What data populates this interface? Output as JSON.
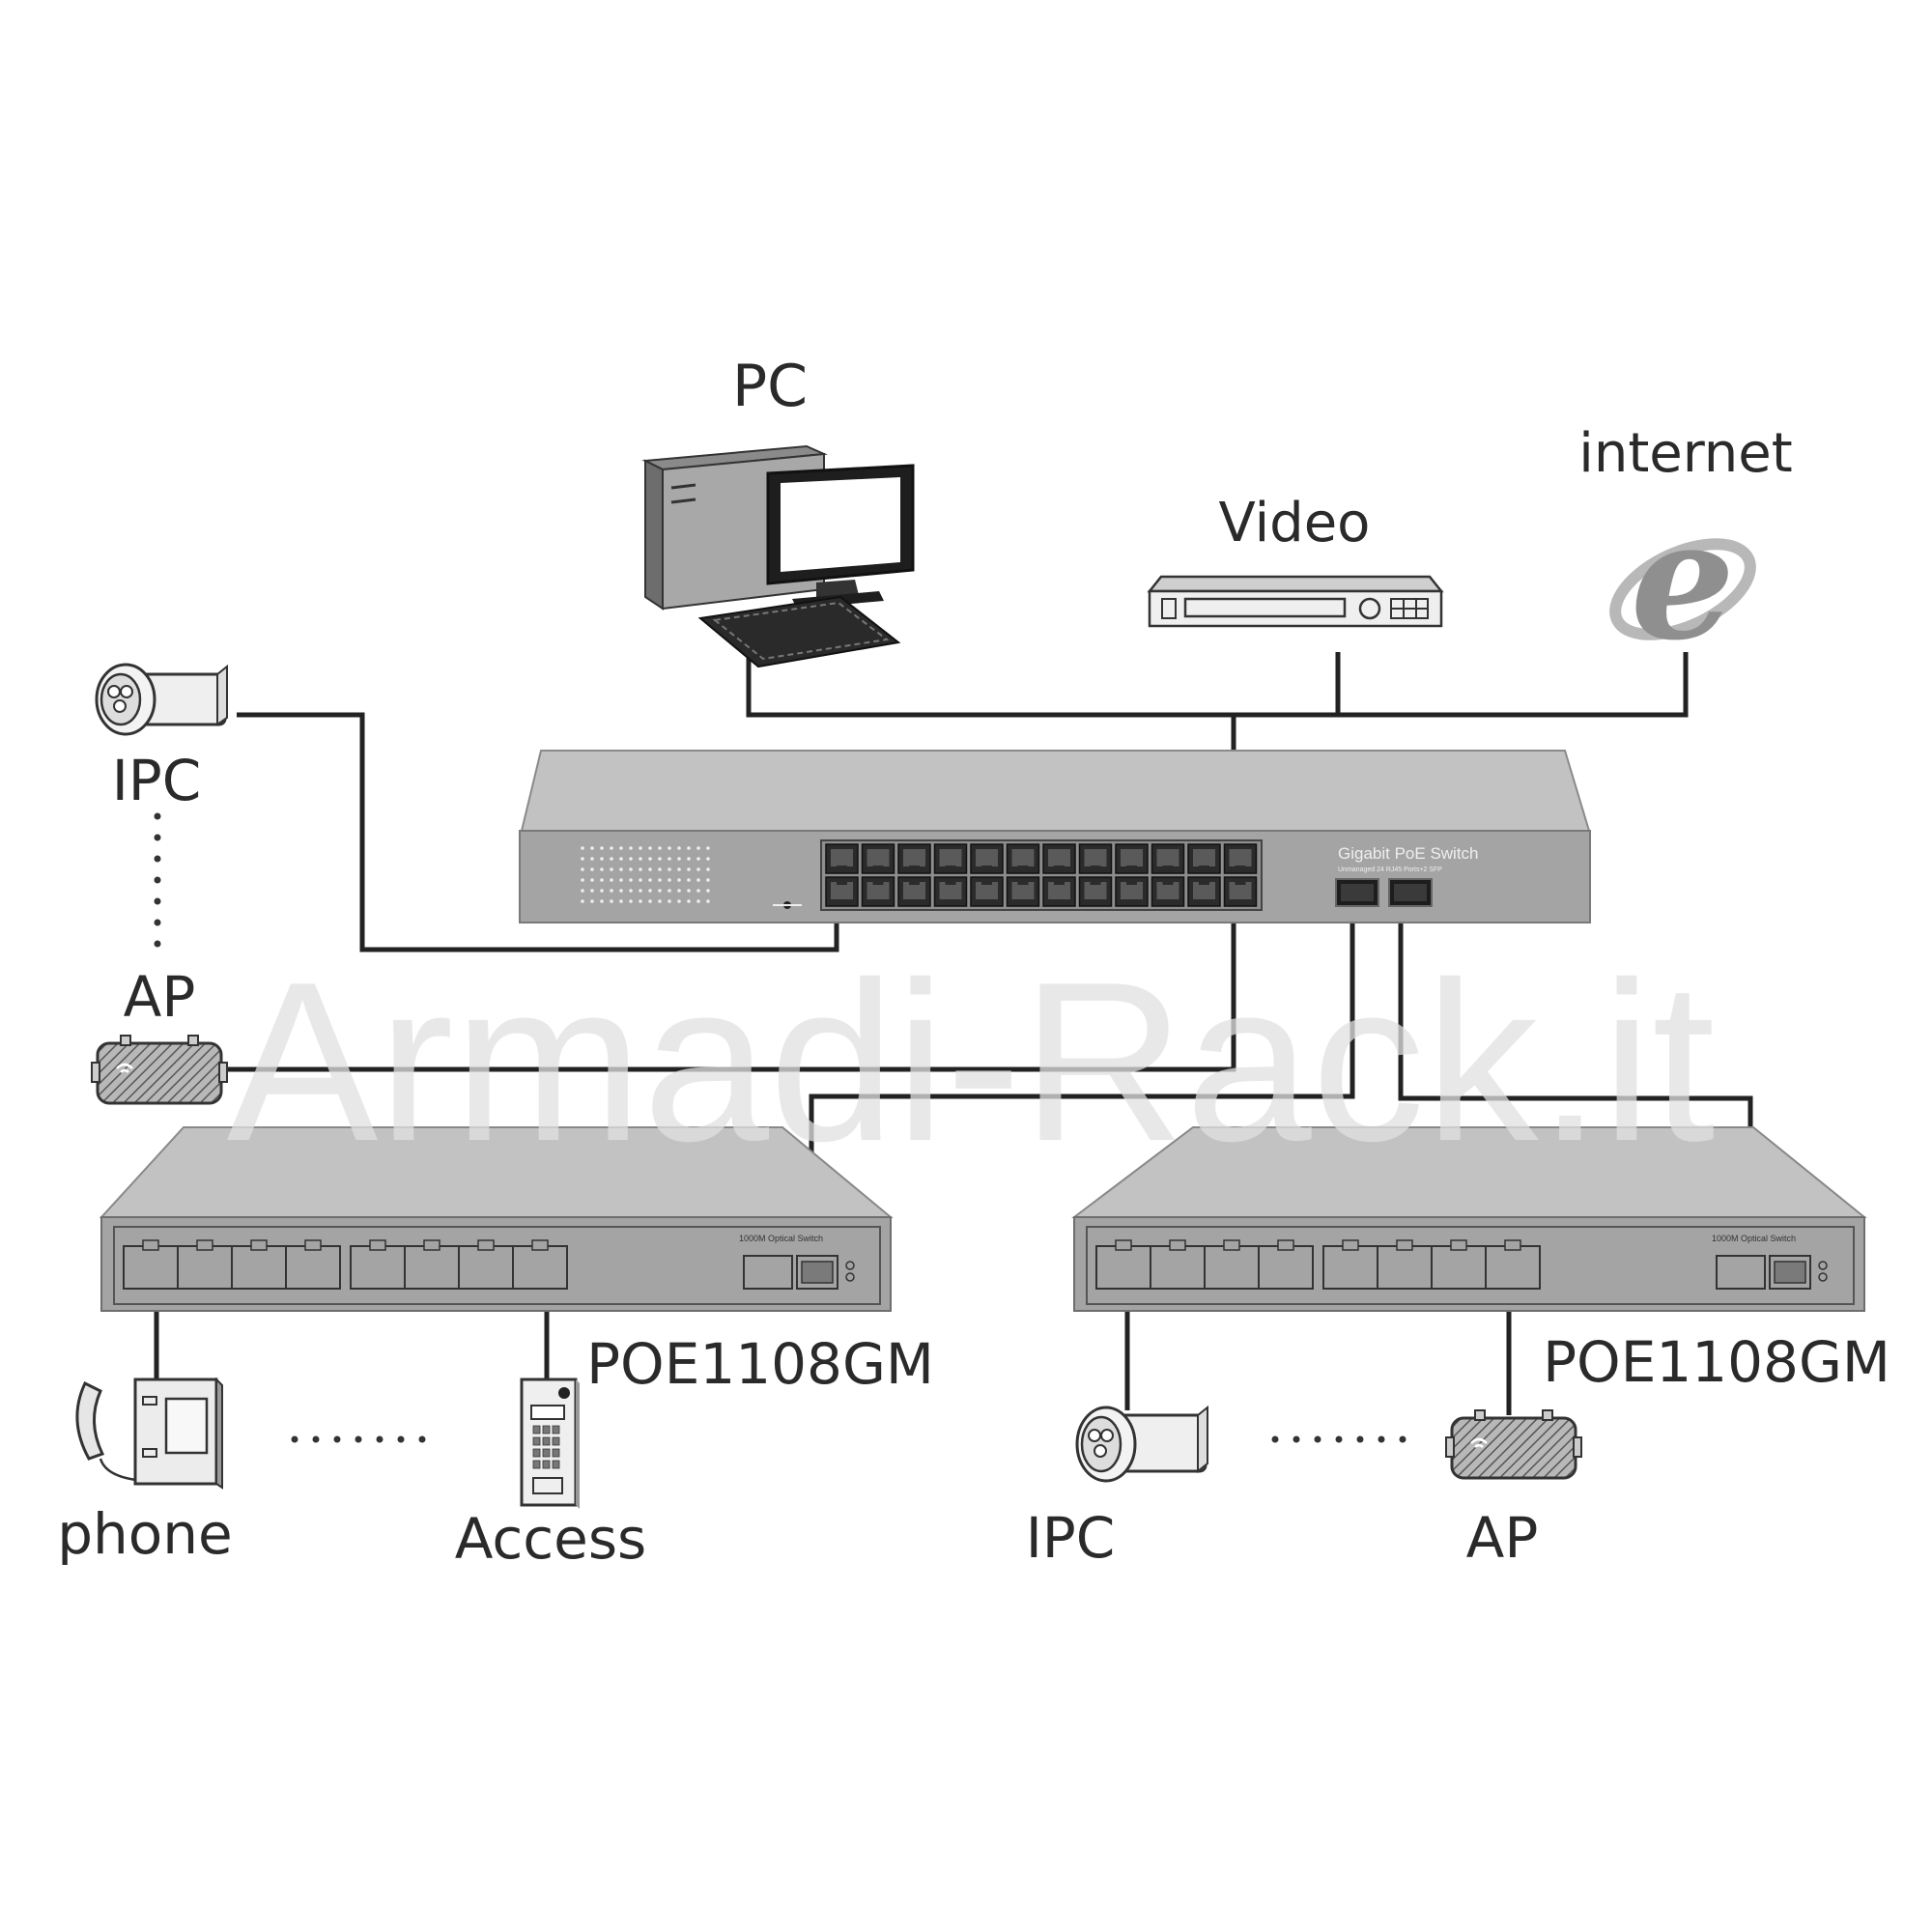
{
  "labels": {
    "pc": "PC",
    "video": "Video",
    "internet": "internet",
    "ipc_left": "IPC",
    "ap_left": "AP",
    "phone": "phone",
    "access": "Access",
    "ipc_right": "IPC",
    "ap_right": "AP"
  },
  "main_switch": {
    "brand_text": "Gigabit PoE Switch",
    "sub_text": "Unmanaged 24 RJ45 Ports+2 SFP",
    "port_count": 24,
    "sfp_count": 2
  },
  "access_switches": [
    {
      "model_label": "POE1108GM",
      "panel_title": "1000M Optical Switch",
      "port_count": 8
    },
    {
      "model_label": "POE1108GM",
      "panel_title": "1000M Optical Switch",
      "port_count": 8
    }
  ],
  "watermark": "Armadi-Rack.it",
  "colors": {
    "device_gray": "#a4a4a4",
    "device_light": "#b9b9b9",
    "wire": "#222222",
    "watermark": "#e2e2e2"
  }
}
